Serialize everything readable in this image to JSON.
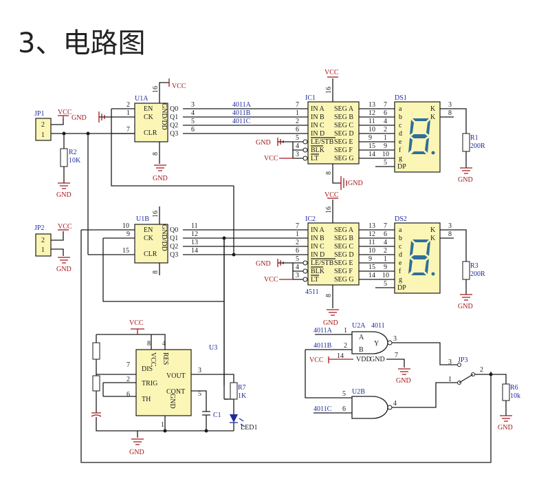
{
  "title": "3、电路图",
  "net_labels": {
    "vcc": "VCC",
    "gnd": "GND",
    "n4011A": "4011A",
    "n4011B": "4011B",
    "n4011C": "4011C"
  },
  "u1": {
    "ref_a": "U1A",
    "ref_b": "U1B",
    "pins_left": [
      "EN",
      "CK",
      "CLR"
    ],
    "pins_right": [
      "Q0",
      "Q1",
      "Q2",
      "Q3"
    ],
    "mid_label": "GND/DD",
    "a_pin_numbers": {
      "en": "2",
      "ck": "1",
      "clr": "7",
      "q0": "3",
      "q1": "4",
      "q2": "5",
      "q3": "6",
      "top": "16",
      "bottom": "8"
    },
    "b_pin_numbers": {
      "en": "10",
      "ck": "9",
      "clr": "15",
      "q0": "11",
      "q1": "12",
      "q2": "13",
      "q3": "14",
      "top": "16",
      "bottom": "8"
    }
  },
  "ic4511": {
    "ref1": "IC1",
    "ref2": "IC2",
    "part_label": "4511",
    "inputs": [
      "IN A",
      "IN B",
      "IN C",
      "IN D",
      "LE/STB",
      "BLK",
      "LT"
    ],
    "outputs": [
      "SEG A",
      "SEG B",
      "SEG C",
      "SEG D",
      "SEG E",
      "SEG F",
      "SEG G"
    ],
    "in_pins": [
      "7",
      "1",
      "2",
      "6",
      "5",
      "4",
      "3"
    ],
    "out_pins": [
      "13",
      "12",
      "11",
      "10",
      "9",
      "15",
      "14"
    ],
    "top": "16",
    "bottom": "8"
  },
  "display": {
    "ref1": "DS1",
    "ref2": "DS2",
    "seg_letters": [
      "a",
      "b",
      "c",
      "d",
      "e",
      "f",
      "g",
      "DP"
    ],
    "left_pins": [
      "7",
      "6",
      "4",
      "2",
      "1",
      "9",
      "10",
      "5"
    ],
    "k1": "K",
    "k2": "K",
    "k_pins": [
      "3",
      "8"
    ]
  },
  "resistors": {
    "r1": {
      "ref": "R1",
      "value": "200R"
    },
    "r2": {
      "ref": "R2",
      "value": "10K"
    },
    "r3": {
      "ref": "R3",
      "value": "200R"
    },
    "r6": {
      "ref": "R6",
      "value": "10k"
    },
    "r7": {
      "ref": "R7",
      "value": "1K"
    }
  },
  "connectors": {
    "jp1": "JP1",
    "jp2": "JP2",
    "jp3": "JP3",
    "pins_2_1": [
      "2",
      "1"
    ],
    "jp3_pins": [
      "3",
      "1",
      "2"
    ]
  },
  "u3": {
    "ref": "U3",
    "labels": [
      "VCC",
      "RES",
      "DIS",
      "VOUT",
      "TRIG",
      "TH",
      "CONT",
      "GND"
    ],
    "pins": {
      "vcc": "8",
      "res": "4",
      "dis": "7",
      "vout": "3",
      "trig": "2",
      "th": "6",
      "cont": "5",
      "gnd": "1"
    }
  },
  "c1": "C1",
  "led1": "LED1",
  "gate": {
    "u2a": "U2A",
    "u2b": "U2B",
    "part": "4011",
    "a": "A",
    "b": "B",
    "y": "Y",
    "vdd": "VDD",
    "gnd_pin": "GND",
    "pins": {
      "a_in1": "1",
      "a_in2": "2",
      "a_out": "3",
      "vdd": "14",
      "gnd": "7",
      "b_in1": "5",
      "b_in2": "6",
      "b_out": "4"
    }
  }
}
